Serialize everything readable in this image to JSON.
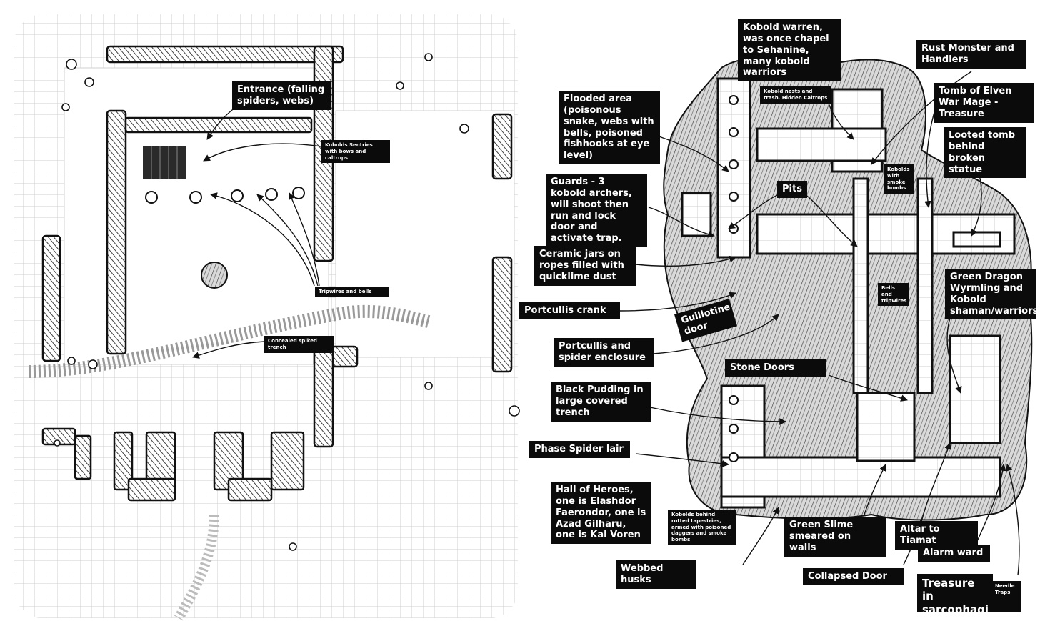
{
  "labels": {
    "entrance": "Entrance (falling spiders, webs)",
    "kobold_sentries": "Kobolds Sentries with bows and caltrops",
    "tripwires_bells": "Tripwires and bells",
    "concealed_trench": "Concealed spiked trench",
    "kobold_warren": "Kobold warren, was once chapel to Sehanine, many kobold warriors",
    "kobold_nests": "Kobold nests and trash. Hidden Caltrops",
    "rust_monster": "Rust Monster and Handlers",
    "tomb_elven": "Tomb of Elven War Mage - Treasure",
    "looted_tomb": "Looted tomb behind broken statue",
    "flooded_area": "Flooded area (poisonous snake, webs with bells, poisoned fishhooks at eye level)",
    "kobolds_smoke": "Kobolds with smoke bombs",
    "guards": "Guards - 3 kobold archers, will shoot then run and lock door and activate trap.",
    "pits": "Pits",
    "ceramic_jars": "Ceramic jars on ropes filled with quicklime dust",
    "bells_tripwires": "Bells and tripwires",
    "green_dragon": "Green Dragon Wyrmling and Kobold shaman/warriors",
    "portcullis_crank": "Portcullis crank",
    "guillotine_door": "Guillotine door",
    "portcullis_spider": "Portcullis and spider enclosure",
    "stone_doors": "Stone Doors",
    "black_pudding": "Black Pudding in large covered trench",
    "phase_spider": "Phase Spider lair",
    "hall_heroes": "Hall of Heroes, one is Elashdor Faerondor, one is Azad Gilharu, one is Kal Voren",
    "kobolds_tapestries": "Kobolds behind rotted tapestries, armed with poisoned daggers and smoke bombs",
    "green_slime": "Green Slime smeared on walls",
    "altar_tiamat": "Altar to Tiamat",
    "alarm_ward": "Alarm ward",
    "webbed_husks": "Webbed husks",
    "collapsed_door": "Collapsed Door",
    "treasure_sarcophagi": "Treasure in sarcophagi",
    "needle_traps": "Needle Traps"
  },
  "colors": {
    "ink": "#0b0b0b",
    "paper": "#ffffff",
    "grid": "#cfcfcf",
    "rock": "#5a5a5a"
  }
}
